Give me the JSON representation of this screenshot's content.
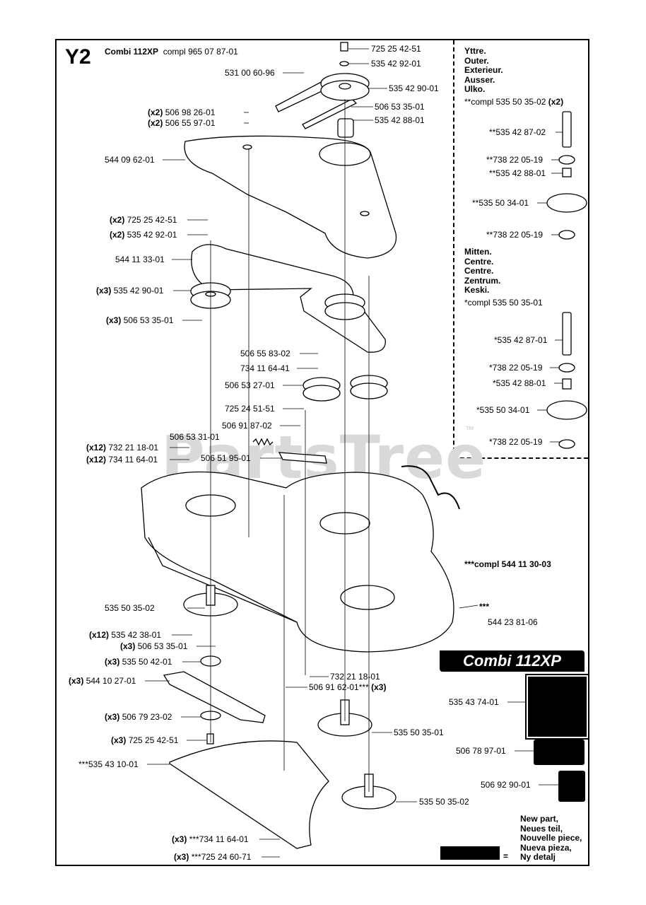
{
  "header": {
    "sheet": "Y2",
    "model": "Combi 112XP",
    "compl_label": "compl",
    "compl_number": "965 07 87-01"
  },
  "watermark": {
    "text": "PartsTree",
    "tm": "™"
  },
  "legend": {
    "outer": [
      "Yttre.",
      "Outer.",
      "Exterieur.",
      "Ausser.",
      "Ulko."
    ],
    "outer_compl": "**compl 535 50 35-02",
    "outer_compl_qty": "(x2)",
    "middle": [
      "Mitten.",
      "Centre.",
      "Centre.",
      "Zentrum.",
      "Keski."
    ],
    "middle_compl": "*compl 535 50 35-01"
  },
  "new_part": {
    "lines": [
      "New part,",
      "Neues teil,",
      "Nouvelle piece,",
      "Nueva pieza,",
      "Ny detalj"
    ],
    "eq": "="
  },
  "logo_text": "Combi 112XP",
  "labels": [
    {
      "id": "p1",
      "qty": "",
      "text": "725 25 42-51"
    },
    {
      "id": "p2",
      "qty": "",
      "text": "535 42 92-01"
    },
    {
      "id": "p3",
      "qty": "",
      "text": "531 00 60-96"
    },
    {
      "id": "p4",
      "qty": "",
      "text": "535 42 90-01"
    },
    {
      "id": "p5",
      "qty": "(x2)",
      "text": "506 98 26-01"
    },
    {
      "id": "p6",
      "qty": "(x2)",
      "text": "506 55 97-01"
    },
    {
      "id": "p7",
      "qty": "",
      "text": "506 53 35-01"
    },
    {
      "id": "p8",
      "qty": "",
      "text": "535 42 88-01"
    },
    {
      "id": "p9",
      "qty": "",
      "text": "544 09 62-01"
    },
    {
      "id": "p10",
      "qty": "(x2)",
      "text": "725 25 42-51"
    },
    {
      "id": "p11",
      "qty": "(x2)",
      "text": "535 42 92-01"
    },
    {
      "id": "p12",
      "qty": "",
      "text": "544 11 33-01"
    },
    {
      "id": "p13",
      "qty": "(x3)",
      "text": "535 42 90-01"
    },
    {
      "id": "p14",
      "qty": "(x3)",
      "text": "506 53 35-01"
    },
    {
      "id": "p15",
      "qty": "",
      "text": "506 55 83-02"
    },
    {
      "id": "p16",
      "qty": "",
      "text": "734 11 64-41"
    },
    {
      "id": "p17",
      "qty": "",
      "text": "506 53 27-01"
    },
    {
      "id": "p18",
      "qty": "",
      "text": "725 24 51-51"
    },
    {
      "id": "p19",
      "qty": "",
      "text": "506 91 87-02"
    },
    {
      "id": "p20",
      "qty": "",
      "text": "506 53 31-01"
    },
    {
      "id": "p21",
      "qty": "(x12)",
      "text": "732 21 18-01"
    },
    {
      "id": "p22",
      "qty": "(x12)",
      "text": "734 11 64-01"
    },
    {
      "id": "p23",
      "qty": "",
      "text": "506 51 95-01"
    },
    {
      "id": "p24",
      "qty": "",
      "text": "***compl 544 11 30-03"
    },
    {
      "id": "p25",
      "qty": "",
      "text": "***"
    },
    {
      "id": "p26",
      "qty": "",
      "text": "544 23 81-06"
    },
    {
      "id": "p27",
      "qty": "",
      "text": "535 50 35-02"
    },
    {
      "id": "p28",
      "qty": "(x12)",
      "text": "535 42 38-01"
    },
    {
      "id": "p29",
      "qty": "(x3)",
      "text": "506 53 35-01"
    },
    {
      "id": "p30",
      "qty": "(x3)",
      "text": "535 50 42-01"
    },
    {
      "id": "p31",
      "qty": "(x3)",
      "text": "544 10 27-01"
    },
    {
      "id": "p32",
      "qty": "",
      "text": "732 21 18-01"
    },
    {
      "id": "p33",
      "qty": "",
      "text": "506 91 62-01***"
    },
    {
      "id": "p33q",
      "qty": "(x3)",
      "text": ""
    },
    {
      "id": "p34",
      "qty": "(x3)",
      "text": "506 79 23-02"
    },
    {
      "id": "p35",
      "qty": "(x3)",
      "text": "725 25 42-51"
    },
    {
      "id": "p36",
      "qty": "",
      "text": "***535 43 10-01"
    },
    {
      "id": "p37",
      "qty": "",
      "text": "535 50 35-01"
    },
    {
      "id": "p38",
      "qty": "",
      "text": "535 50 35-02"
    },
    {
      "id": "p39",
      "qty": "(x3)",
      "text": "***734 11 64-01"
    },
    {
      "id": "p40",
      "qty": "(x3)",
      "text": "***725 24 60-71"
    },
    {
      "id": "p41",
      "qty": "",
      "text": "535 43 74-01"
    },
    {
      "id": "p42",
      "qty": "",
      "text": "506 78 97-01"
    },
    {
      "id": "p43",
      "qty": "",
      "text": "506 92 90-01"
    },
    {
      "id": "o1",
      "qty": "",
      "text": "**535 42 87-02"
    },
    {
      "id": "o2",
      "qty": "",
      "text": "**738 22 05-19"
    },
    {
      "id": "o3",
      "qty": "",
      "text": "**535 42 88-01"
    },
    {
      "id": "o4",
      "qty": "",
      "text": "**535 50 34-01"
    },
    {
      "id": "o5",
      "qty": "",
      "text": "**738 22 05-19"
    },
    {
      "id": "m1",
      "qty": "",
      "text": "*535 42 87-01"
    },
    {
      "id": "m2",
      "qty": "",
      "text": "*738 22 05-19"
    },
    {
      "id": "m3",
      "qty": "",
      "text": "*535 42 88-01"
    },
    {
      "id": "m4",
      "qty": "",
      "text": "*535 50 34-01"
    },
    {
      "id": "m5",
      "qty": "",
      "text": "*738 22 05-19"
    }
  ]
}
